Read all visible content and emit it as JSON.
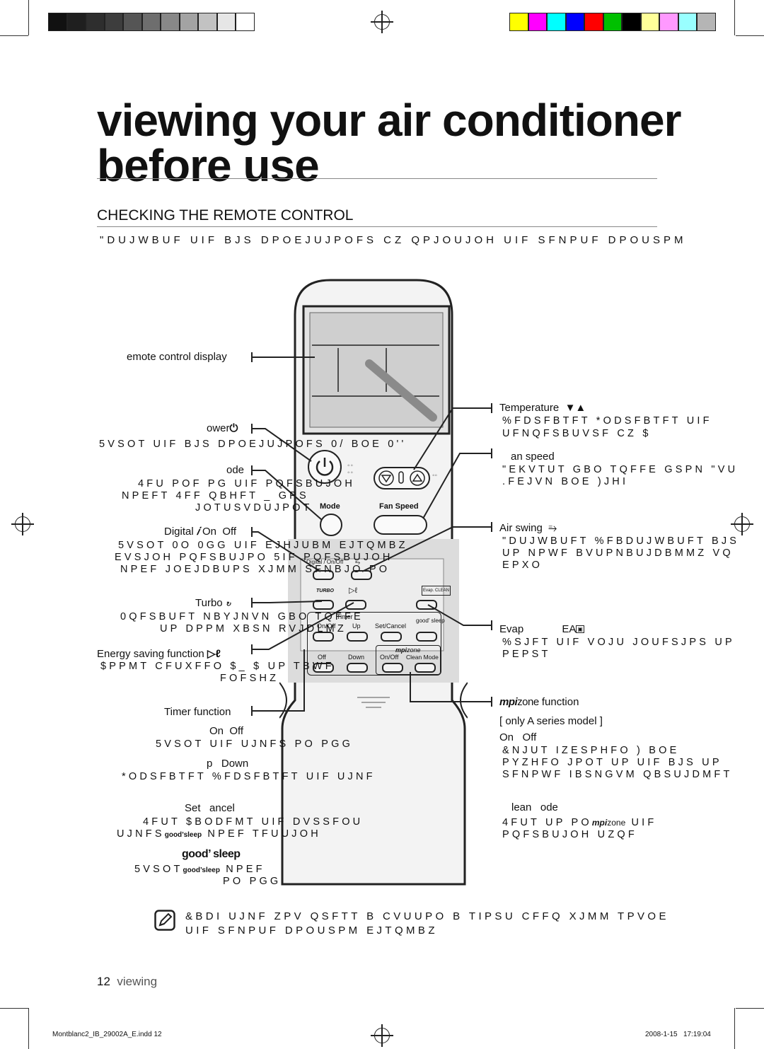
{
  "header": {
    "gray_swatches": [
      "#111111",
      "#1f1f1f",
      "#2e2e2e",
      "#3d3d3d",
      "#555555",
      "#6e6e6e",
      "#888888",
      "#a3a3a3",
      "#c2c2c2",
      "#e6e6e6",
      "#ffffff"
    ],
    "color_swatches": [
      "#ffff00",
      "#ff00ff",
      "#00ffff",
      "#0000ff",
      "#ff0000",
      "#00c000",
      "#000000",
      "#ffff99",
      "#ff99ff",
      "#99ffff",
      "#b5b5b5"
    ]
  },
  "title_line1": "viewing your air conditioner",
  "title_line2": "before use",
  "section_heading": "CHECKING THE REMOTE CONTROL",
  "intro_garbled": "\"DUJWBUF UIF BJS DPOEJUJPOFS CZ QPJOUJOH UIF SFNPUF DPOUSPM",
  "left_labels": {
    "display": "emote control display",
    "power": "ower",
    "power_desc": "5VSOT UIF BJS DPOEJUJPOFS 0/ BOE 0''",
    "mode": "ode",
    "mode_desc1": "4FU POF PG UIF  PQFSBUJOH",
    "mode_desc2": "NPEFT  4FF QBHFT   _   GPS",
    "mode_desc3": "JOTUSVDUJPOT",
    "digital_a": "Digital",
    "digital_b": "On",
    "digital_c": "Off",
    "digital_desc1": "5VSOT 0O 0GG UIF EJHJUBM EJTQMBZ",
    "digital_desc2": "EVSJOH PQFSBUJPO  5IF PQFSBUJOH",
    "digital_desc3": "NPEF JOEJDBUPS XJMM SFNBJO PO",
    "turbo": "Turbo",
    "turbo_desc1": "0QFSBUFT NBYJNVN GBO TQFFE",
    "turbo_desc2": "UP DPPM XBSN RVJDLMZ",
    "energy": "Energy saving function",
    "energy_desc1": "$PPMT CFUXFFO    $_     $ UP TBWF",
    "energy_desc2": "FOFSHZ",
    "timer": "Timer function",
    "timer_onoff_a": "On",
    "timer_onoff_b": "Off",
    "timer_onoff_desc": "5VSOT UIF UJNFS PO PGG",
    "updown_a": "p",
    "updown_b": "Down",
    "updown_desc": "*ODSFBTFT %FDSFBTFT UIF UJNF",
    "setcancel_a": "Set",
    "setcancel_b": "ancel",
    "setcancel_desc1": "4FUT $BODFMT UIF DVSSFOU",
    "setcancel_desc2": "UJNFS",
    "setcancel_desc2b": "NPEF TFUUJOH",
    "good": "good",
    "sleep": "sleep",
    "goodsleep_desc1": "5VSOT",
    "goodsleep_desc1b": "NPEF",
    "goodsleep_desc2": "PO PGG"
  },
  "right_labels": {
    "temperature": "Temperature",
    "temp_arrows": "▼▲",
    "temp_desc1": "%FDSFBTFT *ODSFBTFT UIF",
    "temp_desc2": "UFNQFSBUVSF CZ    $",
    "fan": "an speed",
    "fan_desc1": "\"EKVTUT GBO TQFFE GSPN \"VUP",
    "fan_desc2": ".FEJVN  BOE )JHI",
    "swing": "Air swing",
    "swing_desc1": "\"DUJWBUFT %FBDUJWBUFT BJS",
    "swing_desc2": "UP NPWF BVUPNBUJDBMMZ VQ B",
    "swing_desc3": "EPXO",
    "evap": "Evap",
    "evap_b": "EA",
    "evap_desc1": "%SJFT UIF VOJU JOUFSJPS UP I",
    "evap_desc2": "PEPST",
    "mpi_a": "mpi",
    "mpi_b": "zone",
    "mpi_c": "function",
    "series": "[ only A series model ]",
    "mpi_onoff_a": "On",
    "mpi_onoff_b": "Off",
    "mpi_desc1": "&NJUT IZESPHFO )  BOE",
    "mpi_desc2": "PYZHFO JPOT UP UIF BJS UP",
    "mpi_desc3": "SFNPWF IBSNGVM QBSUJDMFT",
    "clean": "lean",
    "clean_b": "ode",
    "clean_desc1": "4FUT UP PO",
    "clean_desc1b": "UIF",
    "clean_desc2": "PQFSBUJOH UZQF"
  },
  "remote": {
    "mode_label": "Mode",
    "fan_label": "Fan Speed",
    "digital_btn": "Digital / On/Off",
    "turbo_btn": "TURBO",
    "timer_label": "Timer",
    "timer_on": "On/Off",
    "timer_up": "Up",
    "set_cancel": "Set/Cancel",
    "good_sleep": "good' sleep",
    "timer_off": "Off",
    "timer_down": "Down",
    "mpi_onoff": "On/Off",
    "clean_mode": "Clean Mode",
    "evap_clean": "Evap. CLEAN"
  },
  "note_line1": "&BDI UJNF ZPV QSFTT B CVUUPO  B TIPSU CFFQ XJMM TPVOE",
  "note_line2": "UIF SFNPUF DPOUSPM EJTQMBZ",
  "footer": {
    "page_num": "12",
    "page_word": "viewing",
    "file": "Montblanc2_IB_29002A_E.indd   12",
    "date": "2008-1-15",
    "time": "17:19:04"
  }
}
